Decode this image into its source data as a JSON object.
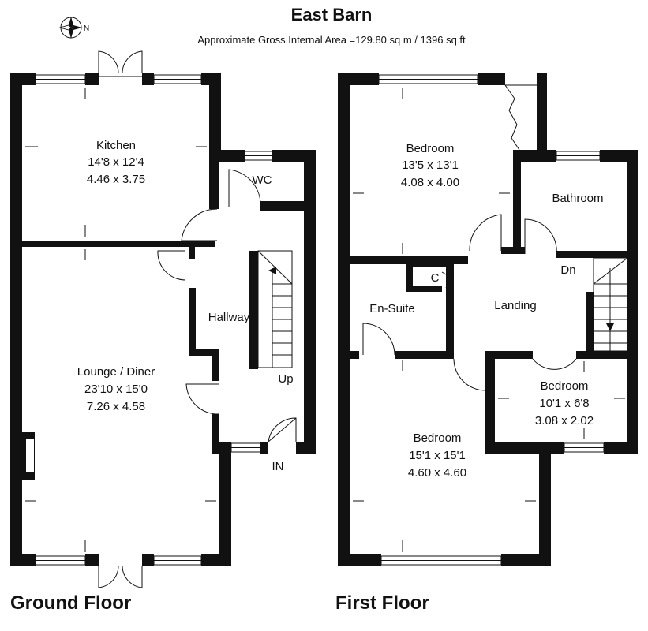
{
  "header": {
    "title": "East Barn",
    "subtitle": "Approximate Gross Internal Area =129.80 sq m / 1396 sq ft",
    "compass_label": "N"
  },
  "ground_floor": {
    "name": "Ground Floor",
    "rooms": {
      "kitchen": {
        "name": "Kitchen",
        "imperial": "14'8 x 12'4",
        "metric": "4.46 x 3.75"
      },
      "wc": {
        "name": "WC"
      },
      "hallway": {
        "name": "Hallway"
      },
      "lounge": {
        "name": "Lounge / Diner",
        "imperial": "23'10 x 15'0",
        "metric": "7.26 x 4.58"
      }
    },
    "stairs_label": "Up",
    "entrance_label": "IN"
  },
  "first_floor": {
    "name": "First Floor",
    "rooms": {
      "bedroom_rear": {
        "name": "Bedroom",
        "imperial": "13'5 x 13'1",
        "metric": "4.08 x 4.00"
      },
      "bathroom": {
        "name": "Bathroom"
      },
      "cupboard": {
        "name": "C"
      },
      "ensuite": {
        "name": "En-Suite"
      },
      "landing": {
        "name": "Landing"
      },
      "bedroom_small": {
        "name": "Bedroom",
        "imperial": "10'1 x 6'8",
        "metric": "3.08 x 2.02"
      },
      "bedroom_front": {
        "name": "Bedroom",
        "imperial": "15'1 x 15'1",
        "metric": "4.60 x 4.60"
      }
    },
    "stairs_label": "Dn"
  }
}
